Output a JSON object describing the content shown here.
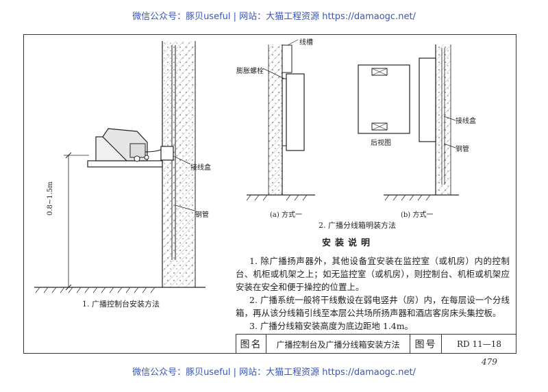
{
  "watermark": {
    "top": "微信公众号：豚贝useful | 网站：大猫工程资源 https://damaogc.net/",
    "bottom": "微信公众号：豚贝useful | 网站：大猫工程资源 https://damaogc.net/"
  },
  "fig1": {
    "caption": "1. 广播控制台安装方法",
    "height_label": "0.8~1.5m",
    "junction_box": "接线盒",
    "steel_pipe": "钢管"
  },
  "fig2": {
    "wire_trough": "线槽",
    "expansion_bolt": "膨胀螺栓",
    "rear_view": "后视图",
    "junction_box": "接线盒",
    "steel_pipe": "钢管",
    "method_a": "(a) 方式一",
    "method_b": "(b) 方式一",
    "caption": "2. 广播分线箱明装方法"
  },
  "notes": {
    "title": "安装说明",
    "items": [
      "1. 除广播扬声器外，其他设备宜安装在监控室（或机房）内的控制台、机柜或机架之上；如无监控室（或机房），则控制台、机柜或机架应安装在安全和便于操控的位置上。",
      "2. 广播系统一般将干线敷设在弱电竖井（房）内，在每层设一个分线箱，再从该分线箱引线至本层公共场所扬声器和酒店客房床头集控板。",
      "3. 广播分线箱安装高度为底边距地 1.4m。"
    ]
  },
  "title_block": {
    "name_key": "图名",
    "name_value": "广播控制台及广播分线箱安装方法",
    "number_key": "图号",
    "number_value": "RD 11—18"
  },
  "page_number": "479"
}
